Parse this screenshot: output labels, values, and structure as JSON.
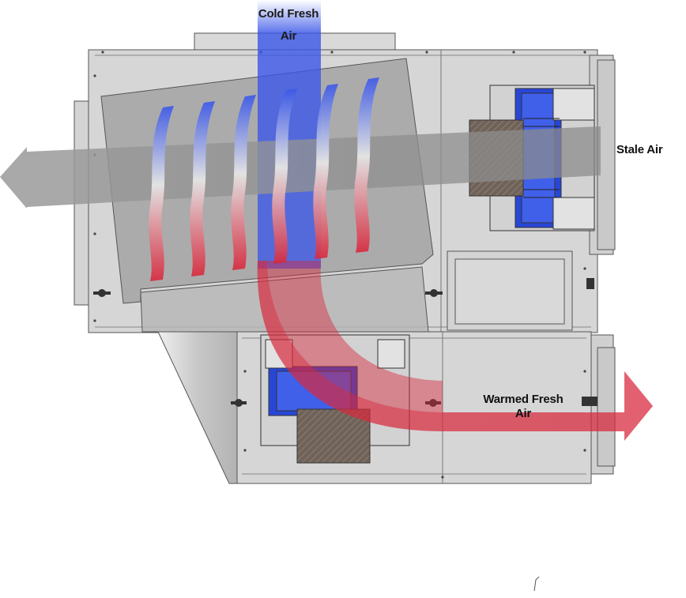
{
  "labels": {
    "cold_fresh_air": {
      "line1": "Cold Fresh",
      "line2": "Air"
    },
    "stale_air": "Stale Air",
    "warmed_fresh_air": {
      "line1": "Warmed Fresh",
      "line2": "Air"
    }
  },
  "colors": {
    "cold_blue": "#3b57e8",
    "warm_red": "#d8283c",
    "stale_grey": "#8a8a8a",
    "housing": "#d6d6d6",
    "housing_dark": "#bdbdbd",
    "outline": "#555555",
    "motor": "#6f6259",
    "blower_blue": "#2846d6"
  }
}
